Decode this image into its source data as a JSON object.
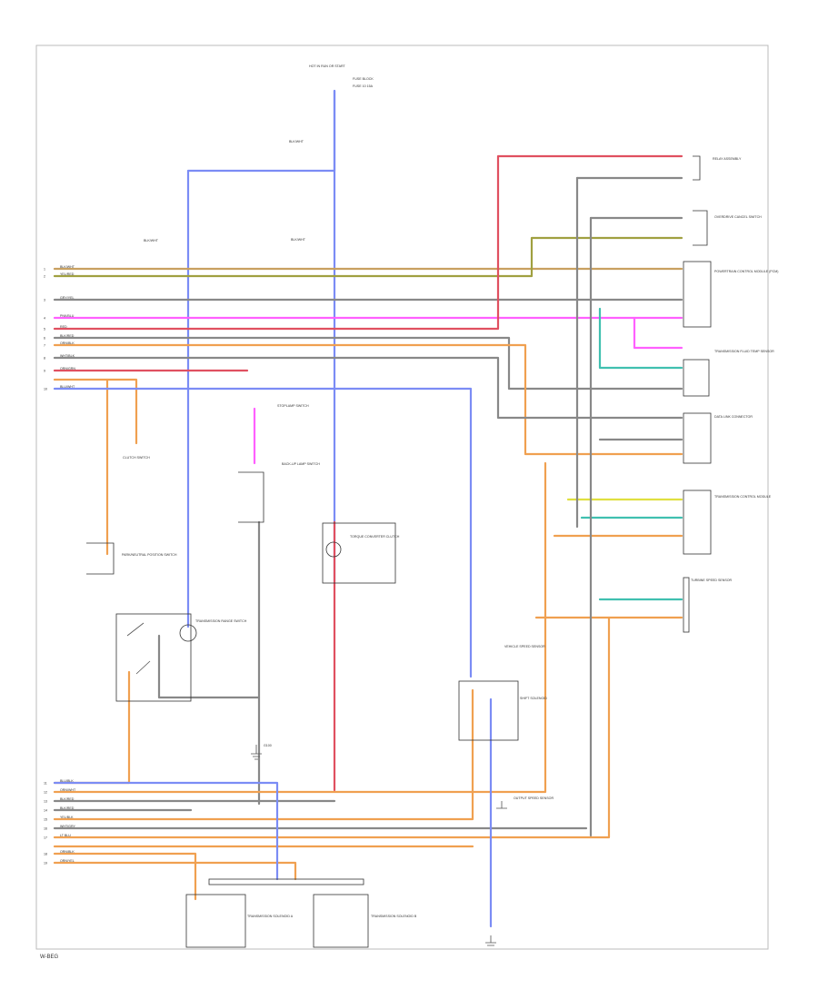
{
  "diagram": {
    "page_ref": "W-BEG",
    "labels": {
      "top": "HOT IN RUN OR START",
      "fuse": "FUSE BLOCK",
      "fuse_num": "FUSE 10 15A",
      "wire_blk": "BLK/WHT",
      "relay": "RELAY ASSEMBLY",
      "data_link": "DATA LINK CONNECTOR",
      "pcm": "POWERTRAIN CONTROL MODULE (PCM)",
      "tcm": "TRANSMISSION CONTROL MODULE",
      "spd_sensor": "VEHICLE SPEED SENSOR",
      "brake_sw": "STOPLAMP SWITCH",
      "tr_sw": "TRANSMISSION RANGE SWITCH",
      "torque_conv": "TORQUE CONVERTER CLUTCH",
      "overdrive": "OVERDRIVE CANCEL SWITCH",
      "shift_sol": "SHIFT SOLENOID",
      "turb_sensor": "TURBINE SPEED SENSOR",
      "trans_temp": "TRANSMISSION FLUID TEMP SENSOR",
      "trans_sol_a": "TRANSMISSION SOLENOID A",
      "trans_sol_b": "TRANSMISSION SOLENOID B",
      "oss": "OUTPUT SPEED SENSOR",
      "gnd": "G100",
      "park_neutral": "PARK/NEUTRAL POSITION SWITCH",
      "clutch": "CLUTCH SWITCH",
      "backup": "BACK-UP LAMP SWITCH"
    },
    "left_pins_top": [
      "1",
      "2",
      "3",
      "4",
      "5",
      "6",
      "7",
      "8",
      "9",
      "10"
    ],
    "left_pins_bottom": [
      "11",
      "12",
      "13",
      "14",
      "15",
      "16",
      "17",
      "18",
      "19"
    ],
    "left_wires_top": [
      "BLK/WHT",
      "YEL/RED",
      "GRY/YEL",
      "PNK/BLU",
      "RED",
      "BLK/RED",
      "ORN/BLK",
      "WHT/BLK",
      "ORN/GRN",
      "BLU/WHT"
    ],
    "left_wires_bottom": [
      "BLU/BLK",
      "ORN/WHT",
      "BLK/RED",
      "BLK/RED",
      "YEL/BLK",
      "WHT/GRY",
      "LT BLU",
      "ORN/BLK",
      "ORN/YEL"
    ]
  },
  "colors": {
    "blue": "#7b8cf5",
    "red": "#e05060",
    "tan": "#c8a060",
    "olive": "#a0a040",
    "gray": "#888888",
    "pink": "#ff60ff",
    "orange": "#f0a050",
    "teal": "#40c0b0",
    "yellow": "#e0e040",
    "brown": "#8a6a5a",
    "green": "#60c080"
  }
}
